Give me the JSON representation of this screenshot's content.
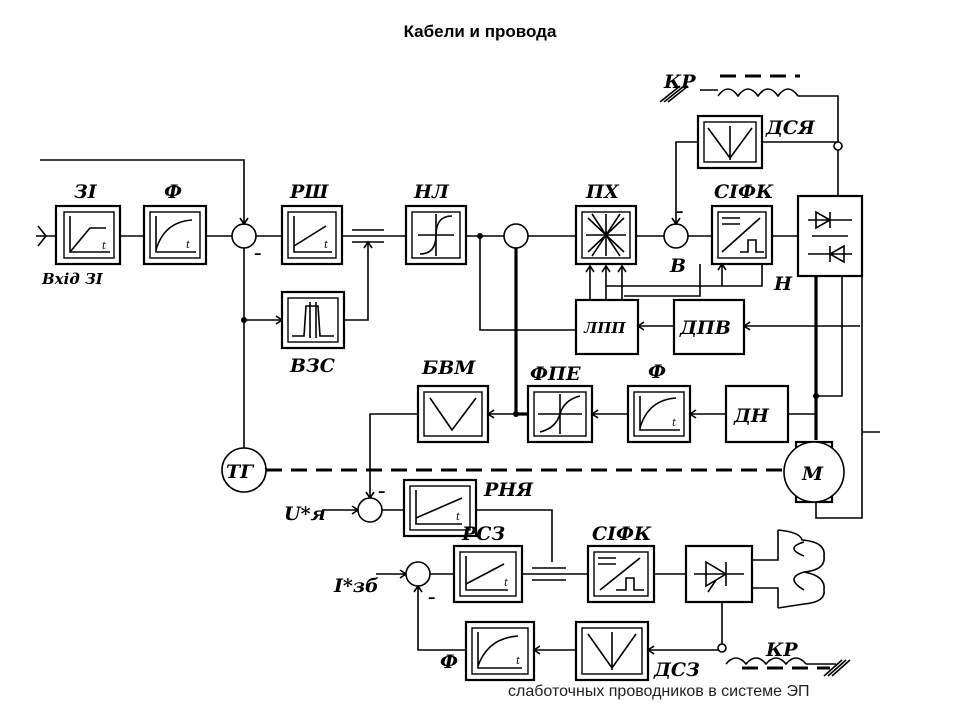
{
  "slide": {
    "title": "Кабели и провода",
    "caption": "слаботочных проводников в системе ЭП"
  },
  "blocks": {
    "zi": "ЗІ",
    "vhid_zi": "Вхід ЗІ",
    "f1": "Ф",
    "rsh": "РШ",
    "vzs": "ВЗС",
    "nl": "НЛ",
    "ph": "ПХ",
    "sifk1": "СІФК",
    "dsya": "ДСЯ",
    "kr1": "КР",
    "lpp": "ЛПП",
    "dpv": "ДПВ",
    "bvm": "БВМ",
    "fpe": "ФПЕ",
    "f2": "Ф",
    "dn": "ДН",
    "tg": "ТГ",
    "motor": "М",
    "rnya": "РНЯ",
    "rsz": "РСЗ",
    "sifk2": "СІФК",
    "dsz": "ДСЗ",
    "kr2": "КР",
    "f3": "Ф",
    "u_ya": "U*я",
    "i_zb": "I*зб",
    "b": "В",
    "n": "Н",
    "t": "t"
  }
}
